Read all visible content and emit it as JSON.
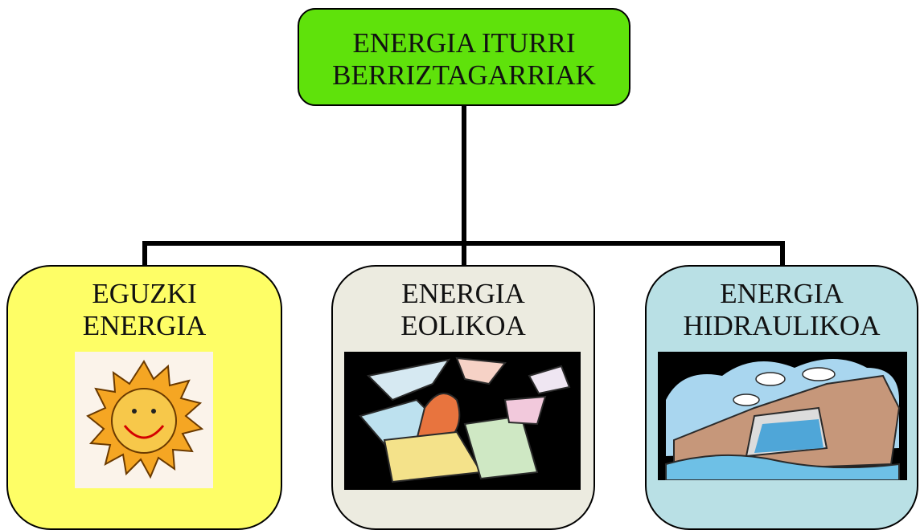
{
  "root": {
    "line1": "ENERGIA ITURRI",
    "line2": "BERRIZTAGARRIAK",
    "color": "#5fe20b"
  },
  "children": [
    {
      "line1": "EGUZKI",
      "line2": "ENERGIA",
      "color": "#fefe66",
      "icon": "sun-icon"
    },
    {
      "line1": "ENERGIA",
      "line2": "EOLIKOA",
      "color": "#ecebe0",
      "icon": "wind-papers-icon"
    },
    {
      "line1": "ENERGIA",
      "line2": "HIDRAULIKOA",
      "color": "#b9e0e5",
      "icon": "dam-waterfall-icon"
    }
  ]
}
